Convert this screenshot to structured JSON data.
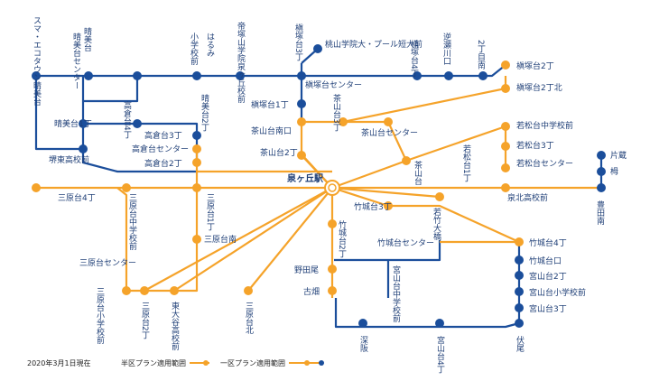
{
  "colors": {
    "orange": "#F5A32A",
    "blue": "#1B4E9B",
    "navy": "#0E3A86",
    "text": "#1f3f77"
  },
  "map": {
    "hub": "泉ヶ丘駅",
    "legend": {
      "date": "2020年3月1日現在",
      "half_zone": "半区プラン適用範囲",
      "one_zone": "一区プラン適用範囲"
    },
    "stations": {
      "suma_ecotown": "スマ・エコタウン晴美台",
      "harumidai_center": "晴美台センター",
      "harumidai": "晴美台",
      "takakuradai_4": "高倉台4丁",
      "shogaku_mae": "小学校前",
      "harumi": "はるみ",
      "teizuka_hospital": "帝塚山学院泉ヶ丘校前",
      "makizukadai_3": "槇塚台3丁",
      "momoyama_univ": "桃山学院大・プール短大前",
      "makizukadai_4": "槇塚台4丁",
      "gyakusegawa": "逆瀬川口",
      "makizukadai_2minami": "2丁目南",
      "makizukadai_2": "槇塚台2丁",
      "makizukadai_2kita": "槇塚台2丁北",
      "makizukadai_center": "槇塚台センター",
      "makizukadai_1": "槇塚台1丁",
      "chayamadai_3": "茶山台3丁",
      "chayamadai_minamiguchi": "茶山台南口",
      "chayamadai_center": "茶山台センター",
      "chayamadai": "茶山台",
      "chayamadai_2": "茶山台2丁",
      "harumidai_1": "晴美台1丁",
      "harumidai_2": "晴美台2丁",
      "takakuradai_3": "高倉台3丁",
      "takakuradai_center": "高倉台センター",
      "takakuradai_2": "高倉台2丁",
      "sakaihigashi_hs": "堺東高校前",
      "wakamatsudai_jhs": "若松台中学校前",
      "wakamatsudai_3": "若松台3丁",
      "wakamatsudai_center": "若松台センター",
      "wakamatsudai_1": "若松台1丁",
      "katakura": "片蔵",
      "tsuji": "栂",
      "toganan": "豊田南",
      "senboku_hs": "泉北高校前",
      "mihara_4": "三原台4丁",
      "mihara_jhs": "三原台中学校前",
      "mihara_1": "三原台1丁",
      "mihara_minami": "三原台南",
      "mihara_center": "三原台センター",
      "mihara_es": "三原台小学校前",
      "mihara_2": "三原台2丁",
      "higashitani_hs": "東大谷高校前",
      "mihara_kita": "三原台北",
      "takeshirodai_3": "竹城台3丁",
      "wakatake_ohashi": "若竹大橋",
      "takeshirodai_2": "竹城台2丁",
      "takeshirodai_center": "竹城台センター",
      "takeshirodai_4": "竹城台4丁",
      "takeshirodai_guchi": "竹城台口",
      "miyayamadai_2": "宮山台2丁",
      "miyayamadai_es": "宮山台小学校前",
      "miyayamadai_3": "宮山台3丁",
      "nodao": "野田尾",
      "kohata": "古畑",
      "miyayama_jhs": "宮山台中学校前",
      "fukai": "深阪",
      "miyayamadai_4": "宮山台4丁",
      "fushio": "伏尾"
    }
  }
}
